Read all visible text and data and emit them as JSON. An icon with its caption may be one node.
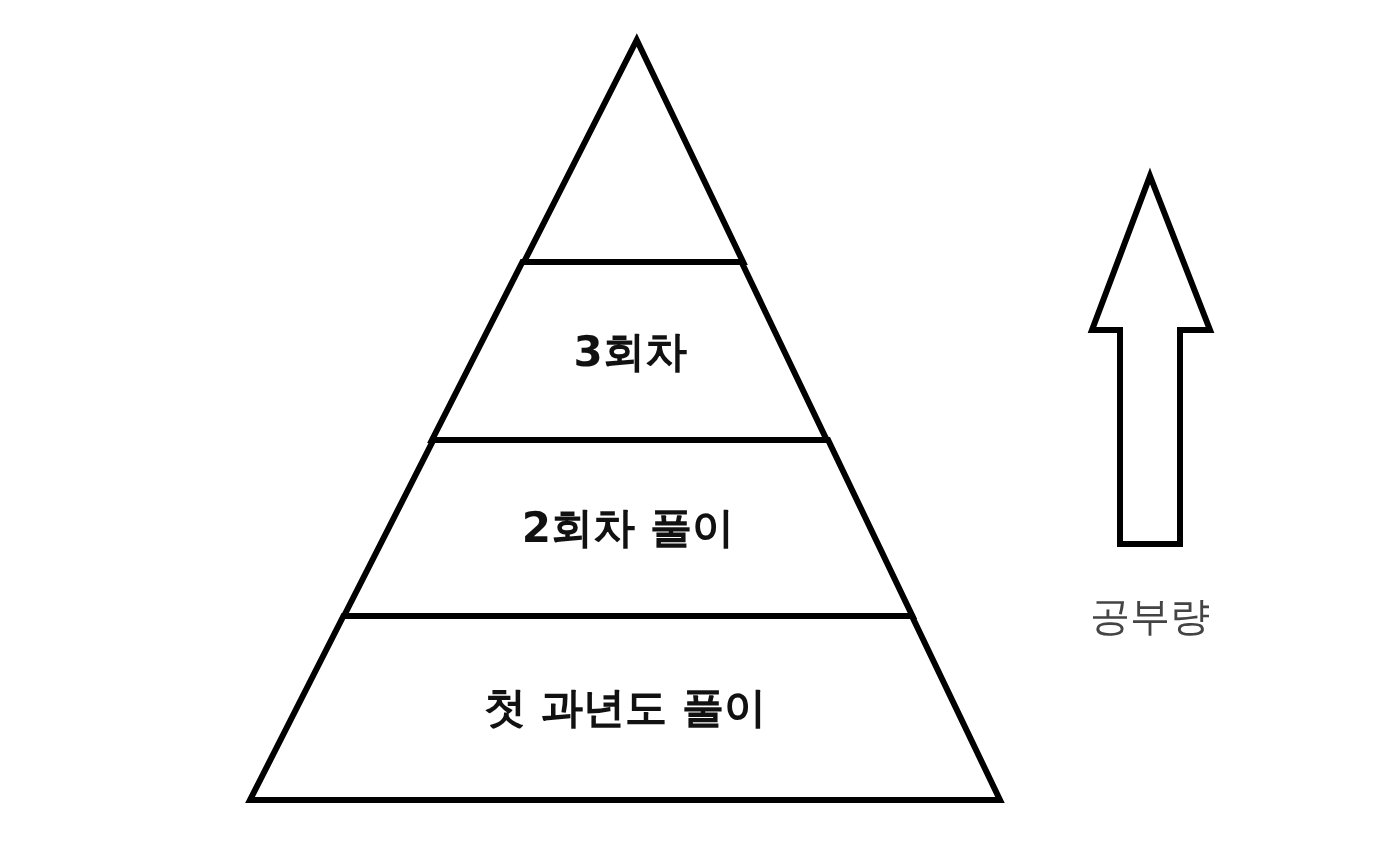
{
  "diagram": {
    "nodes": [
      {
        "text": [],
        "shape": "triangle"
      },
      {
        "text": [
          "3회차"
        ]
      },
      {
        "text": [
          "2회차 풀이"
        ]
      },
      {
        "text": [
          "첫 과년도 풀이"
        ]
      }
    ],
    "labels": [
      "공부량"
    ]
  }
}
